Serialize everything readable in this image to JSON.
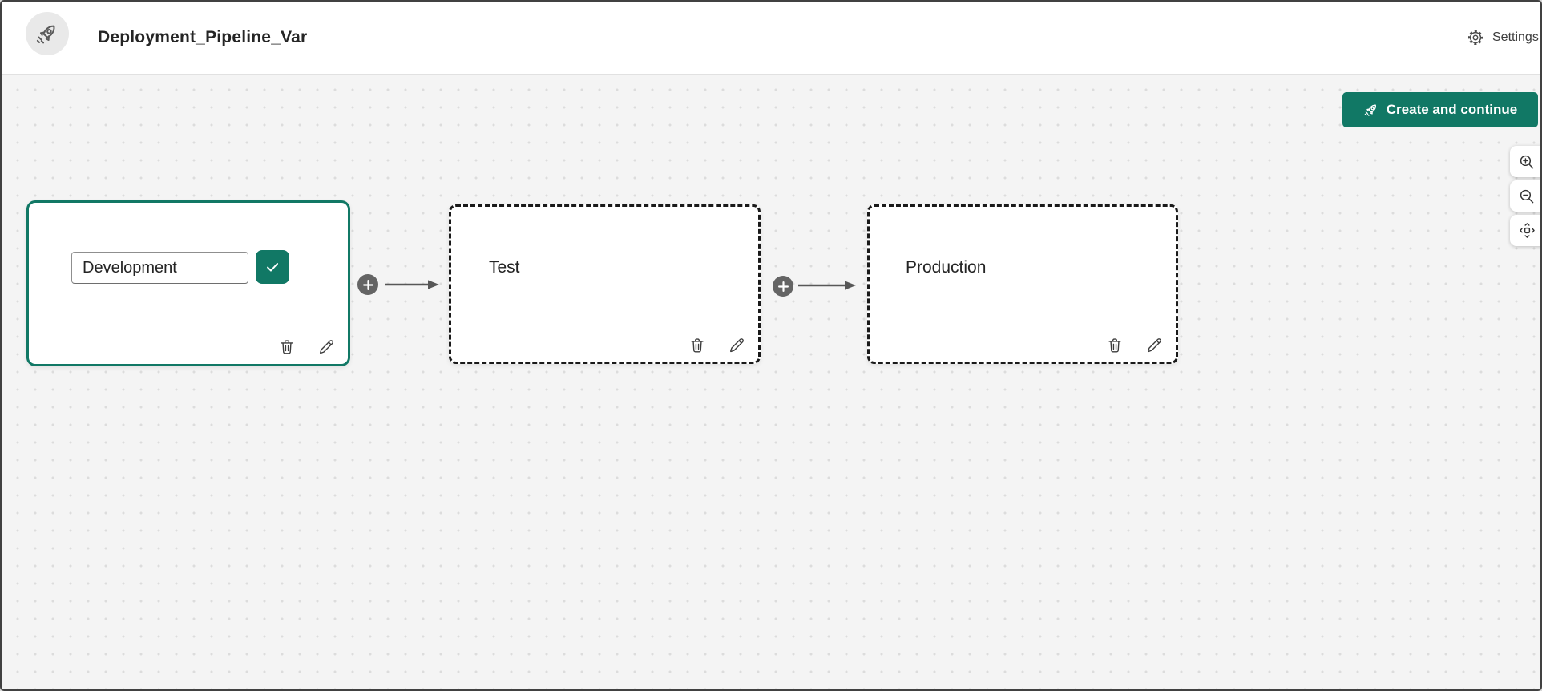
{
  "header": {
    "title": "Deployment_Pipeline_Var",
    "settings_label": "Settings"
  },
  "toolbar": {
    "create_button_label": "Create and continue"
  },
  "pipeline": {
    "stages": [
      {
        "name": "Development",
        "state": "editing-name",
        "selected": true
      },
      {
        "name": "Test",
        "state": "planned",
        "selected": false
      },
      {
        "name": "Production",
        "state": "planned",
        "selected": false
      }
    ]
  },
  "colors": {
    "accent_teal": "#117865",
    "canvas_background": "#f4f4f4",
    "dashed_card_border": "#1a1a1a",
    "connector_gray": "#646464",
    "header_background": "#ffffff"
  },
  "icons": {
    "header_avatar": "rocket-icon",
    "settings": "gear-icon",
    "create_button": "rocket-icon",
    "confirm_stage_name": "checkmark-icon",
    "stage_delete": "trash-icon",
    "stage_edit": "pencil-icon",
    "add_stage": "plus-icon",
    "stage_connector": "arrow-right-icon",
    "zoom_in": "magnifier-plus-icon",
    "zoom_out": "magnifier-minus-icon",
    "pan_view": "pan-icon"
  }
}
